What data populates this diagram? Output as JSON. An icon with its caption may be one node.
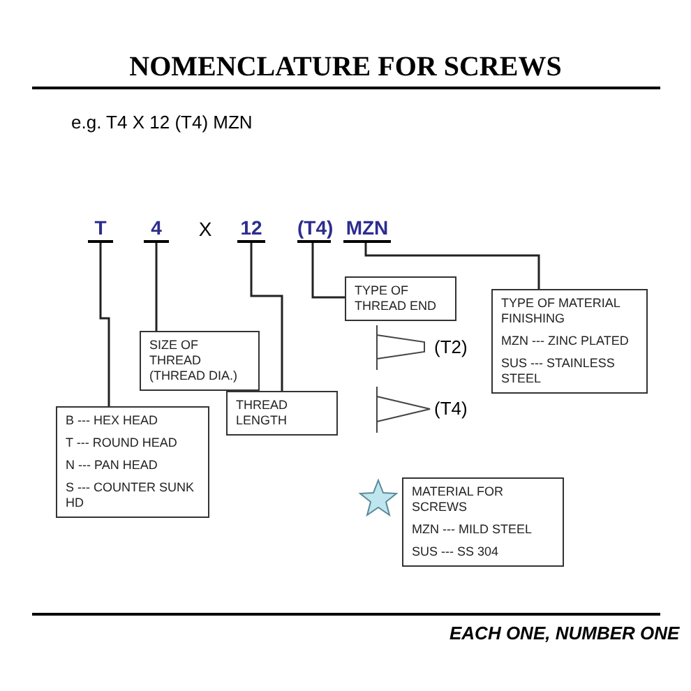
{
  "diagram": {
    "title": "NOMENCLATURE FOR SCREWS",
    "nodes": [
      {
        "text": [
          "T"
        ]
      },
      {
        "text": [
          "4"
        ]
      },
      {
        "text": [
          "12"
        ]
      },
      {
        "text": [
          "(T4)"
        ]
      },
      {
        "text": [
          "MZN"
        ]
      },
      {
        "text": [
          "SIZE OF THREAD (THREAD DIA.)"
        ]
      },
      {
        "text": [
          "THREAD LENGTH"
        ]
      },
      {
        "text": [
          "B --- HEX HEAD",
          "T --- ROUND HEAD",
          "N --- PAN HEAD",
          "S --- COUNTER SUNK HD"
        ]
      },
      {
        "text": [
          "TYPE OF THREAD END"
        ]
      },
      {
        "text": [
          "TYPE OF MATERIAL FINISHING",
          "MZN --- ZINC PLATED",
          "SUS --- STAINLESS STEEL"
        ]
      },
      {
        "text": [
          "MATERIAL FOR SCREWS",
          "MZN --- MILD STEEL",
          "SUS --- SS 304"
        ]
      }
    ],
    "edges": [
      {
        "from": 0,
        "to": 7,
        "arrow": "none"
      },
      {
        "from": 1,
        "to": 5,
        "arrow": "none"
      },
      {
        "from": 2,
        "to": 6,
        "arrow": "none"
      },
      {
        "from": 3,
        "to": 8,
        "arrow": "none"
      },
      {
        "from": 4,
        "to": 9,
        "arrow": "none"
      }
    ],
    "labels": [
      "e.g. T4 X 12 (T4) MZN",
      "X",
      "(T2)",
      "(T4)",
      "EACH ONE, NUMBER ONE"
    ]
  }
}
